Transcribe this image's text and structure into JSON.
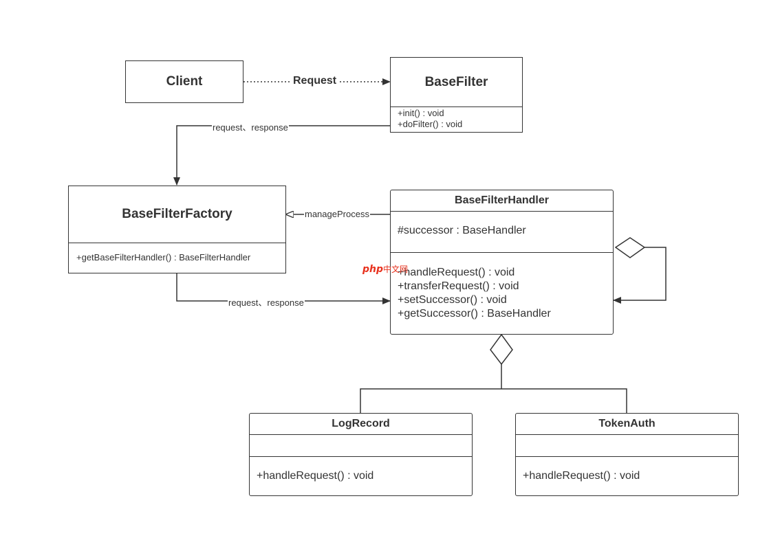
{
  "classes": {
    "client": {
      "title": "Client"
    },
    "base_filter": {
      "title": "BaseFilter",
      "methods": [
        "+init()  : void",
        "+doFilter()  : void"
      ]
    },
    "factory": {
      "title": "BaseFilterFactory",
      "methods": [
        "+getBaseFilterHandler()  : BaseFilterHandler"
      ]
    },
    "handler": {
      "title": "BaseFilterHandler",
      "attributes": [
        "#successor : BaseHandler"
      ],
      "methods": [
        "+handleRequest()  : void",
        "+transferRequest()  : void",
        "+setSuccessor() : void",
        "+getSuccessor() : BaseHandler"
      ]
    },
    "log_record": {
      "title": "LogRecord",
      "methods": [
        "+handleRequest() : void"
      ]
    },
    "token_auth": {
      "title": "TokenAuth",
      "methods": [
        "+handleRequest() : void"
      ]
    }
  },
  "edges": {
    "request": "Request",
    "request_response_1": "request、response",
    "manage_process": "manageProcess",
    "request_response_2": "request、response"
  },
  "watermark": {
    "brand": "php",
    "suffix": "中文网",
    "brand_color": "#e8321e",
    "suffix_color": "#e8321e"
  },
  "colors": {
    "stroke": "#333333",
    "background": "#ffffff"
  }
}
